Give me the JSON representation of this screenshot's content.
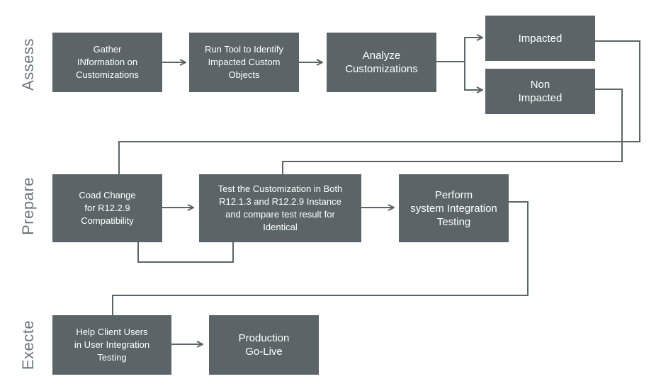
{
  "phases": {
    "assess": "Assess",
    "prepare": "Prepare",
    "execute": "Execte"
  },
  "nodes": {
    "gather": "Gather\nINformation on\nCustomizations",
    "run_tool": "Run Tool to Identify\nImpacted Custom\nObjects",
    "analyze": "Analyze\nCustomizations",
    "impacted": "Impacted",
    "non_impacted": "Non\nImpacted",
    "code_change": "Coad Change\nfor R12.2.9\nCompatibility",
    "test_customization": "Test the Customization in Both\nR12.1.3 and R12.2.9 Instance\nand compare test result for\nIdentical",
    "sit": "Perform\nsystem Integration\nTesting",
    "uit": "Help Client Users\nin User Integration\nTesting",
    "go_live": "Production\nGo-Live"
  },
  "colors": {
    "box": "#5b6567",
    "line": "#5b6567",
    "phase_text": "#6e7679"
  }
}
